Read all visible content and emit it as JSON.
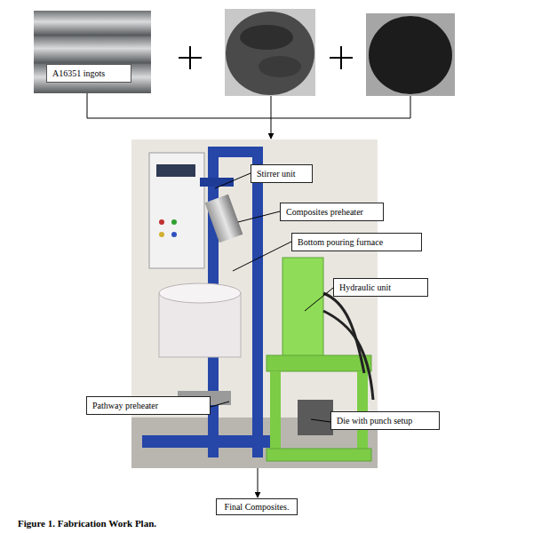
{
  "diagram": {
    "caption": "Figure 1. Fabrication Work Plan.",
    "nodes": [
      {
        "text": [
          "A16351 ingots"
        ]
      },
      {
        "text": [
          "Stirrer unit"
        ]
      },
      {
        "text": [
          "Composites preheater"
        ]
      },
      {
        "text": [
          "Bottom pouring furnace"
        ]
      },
      {
        "text": [
          "Hydraulic unit"
        ]
      },
      {
        "text": [
          "Pathway preheater"
        ]
      },
      {
        "text": [
          "Die with punch setup"
        ]
      },
      {
        "text": [
          "Final Composites."
        ]
      }
    ]
  }
}
